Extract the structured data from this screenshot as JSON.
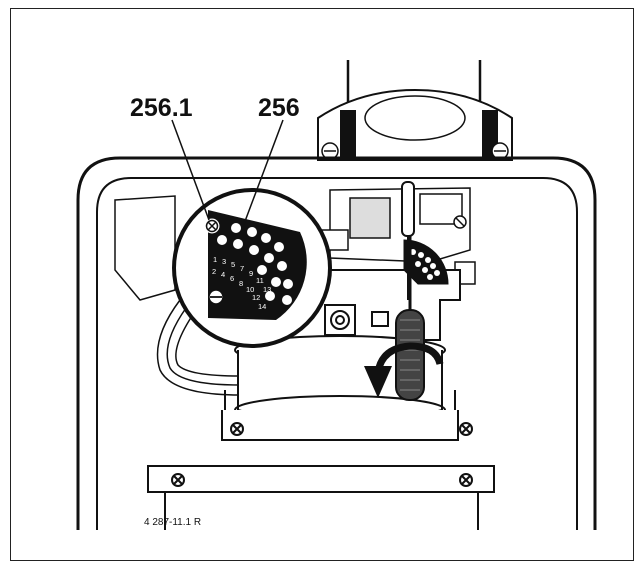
{
  "figure": {
    "callouts": {
      "left": "256.1",
      "right": "256"
    },
    "drawing_code": "4 287-11.1 R",
    "scale_numbers_top": [
      "1",
      "3",
      "5",
      "7",
      "9",
      "11",
      "13"
    ],
    "scale_numbers_bottom": [
      "2",
      "4",
      "6",
      "8",
      "10",
      "12",
      "14"
    ],
    "colors": {
      "ink": "#111111",
      "paper": "#ffffff"
    }
  }
}
